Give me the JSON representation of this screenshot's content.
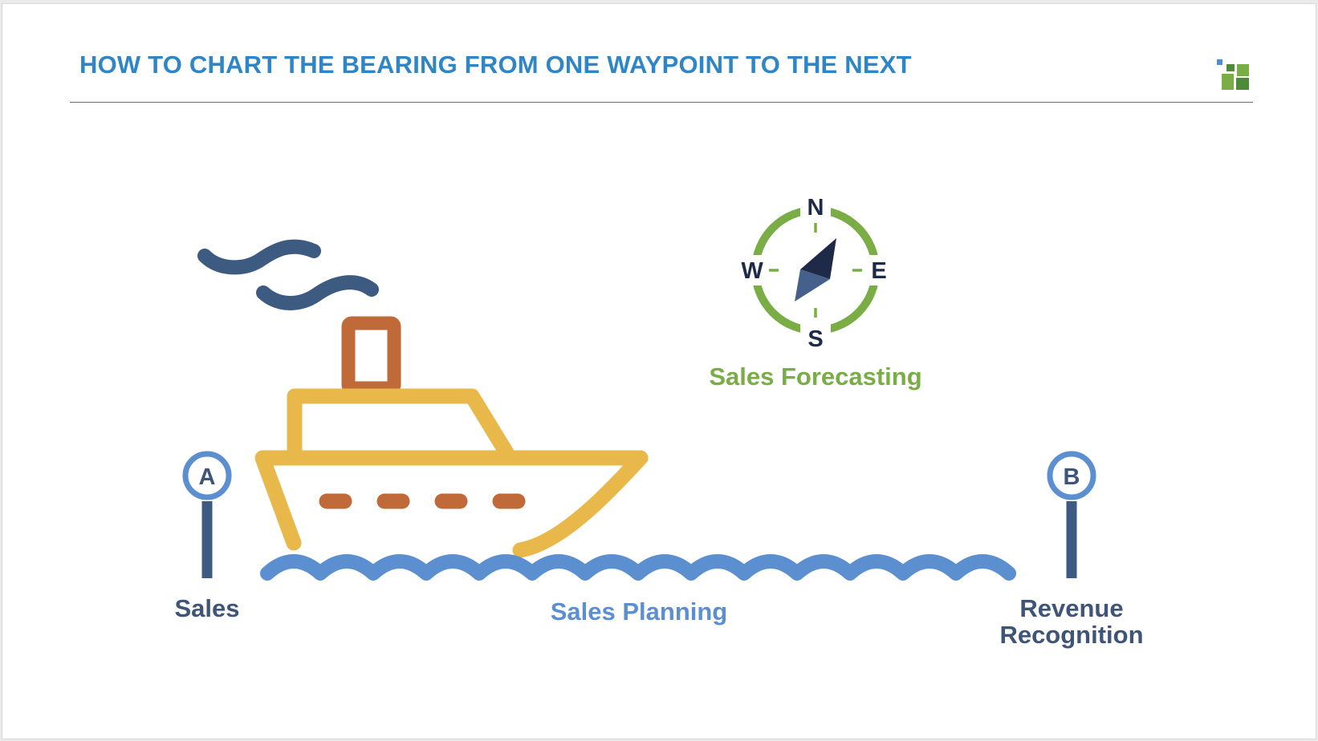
{
  "slide": {
    "title": "HOW TO CHART THE BEARING FROM ONE WAYPOINT TO THE NEXT"
  },
  "compass": {
    "north": "N",
    "south": "S",
    "east": "E",
    "west": "W",
    "caption": "Sales Forecasting"
  },
  "waypoints": {
    "start_marker": "A",
    "start_label": "Sales",
    "end_marker": "B",
    "end_label_line1": "Revenue",
    "end_label_line2": "Recognition"
  },
  "route": {
    "label": "Sales Planning"
  },
  "icons": {
    "logo": "company-logo-icon",
    "ship": "steamship-icon",
    "smoke": "smoke-icon",
    "compass": "compass-icon",
    "waves": "waves-icon",
    "pin_a": "map-pin-icon",
    "pin_b": "map-pin-icon"
  },
  "colors": {
    "title": "#2e86c7",
    "navy": "#3d5a80",
    "ship_hull": "#e8b94a",
    "ship_accent": "#c06a3a",
    "waves": "#5b8fd0",
    "compass_ring": "#7aad45",
    "compass_needle_dark": "#1f2a48",
    "compass_needle_light": "#46608c",
    "forecast_text": "#7aad45",
    "planning_text": "#5b8fd0",
    "dark_label": "#3e5478"
  }
}
